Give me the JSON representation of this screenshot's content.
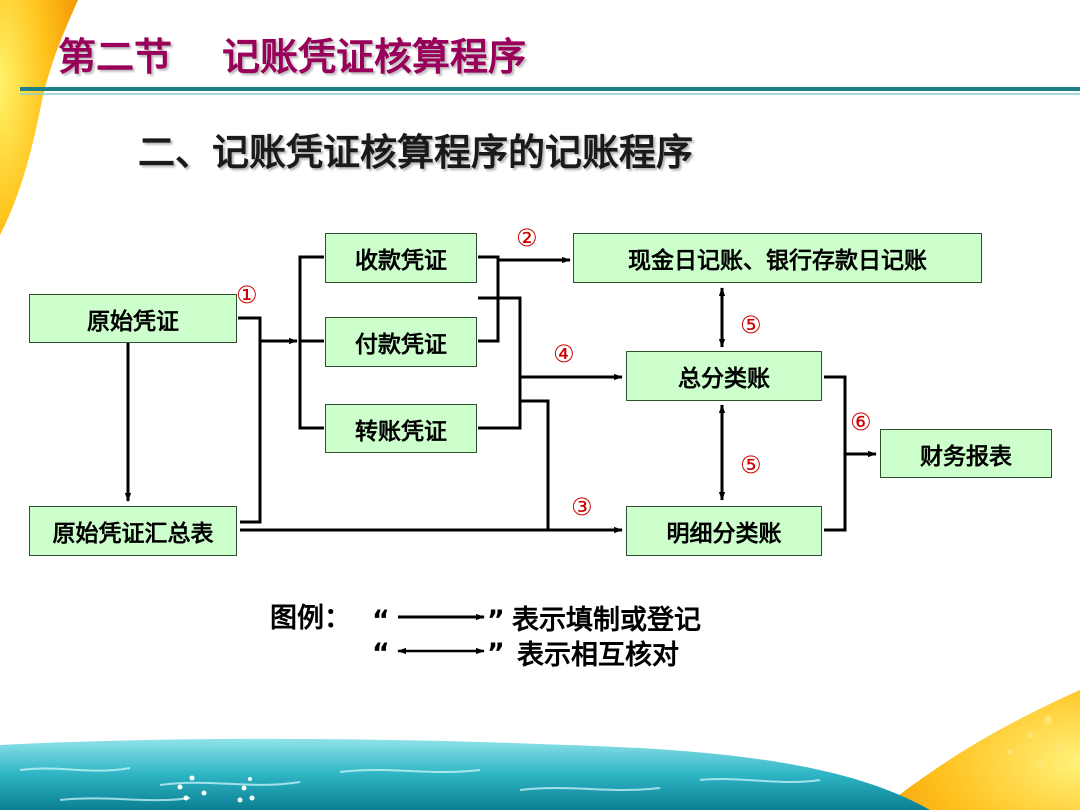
{
  "header": {
    "section": "第二节",
    "title": "记账凭证核算程序"
  },
  "subtitle": "二、记账凭证核算程序的记账程序",
  "flowchart": {
    "boxes": {
      "original": "原始凭证",
      "original_summary": "原始凭证汇总表",
      "receipt": "收款凭证",
      "payment": "付款凭证",
      "transfer": "转账凭证",
      "journals": "现金日记账、银行存款日记账",
      "general_ledger": "总分类账",
      "subsidiary_ledger": "明细分类账",
      "statements": "财务报表"
    },
    "steps": {
      "s1": "①",
      "s2": "②",
      "s3": "③",
      "s4": "④",
      "s5a": "⑤",
      "s5b": "⑤",
      "s6": "⑥"
    }
  },
  "legend": {
    "label": "图例：",
    "open_quote": "“",
    "close_quote": "”",
    "single_arrow_meaning": "表示填制或登记",
    "double_arrow_meaning": "表示相互核对"
  },
  "colors": {
    "title": "#99005a",
    "box_fill": "#ccffcc",
    "step_number": "#cc0000",
    "rule_line": "#1f7f86"
  }
}
